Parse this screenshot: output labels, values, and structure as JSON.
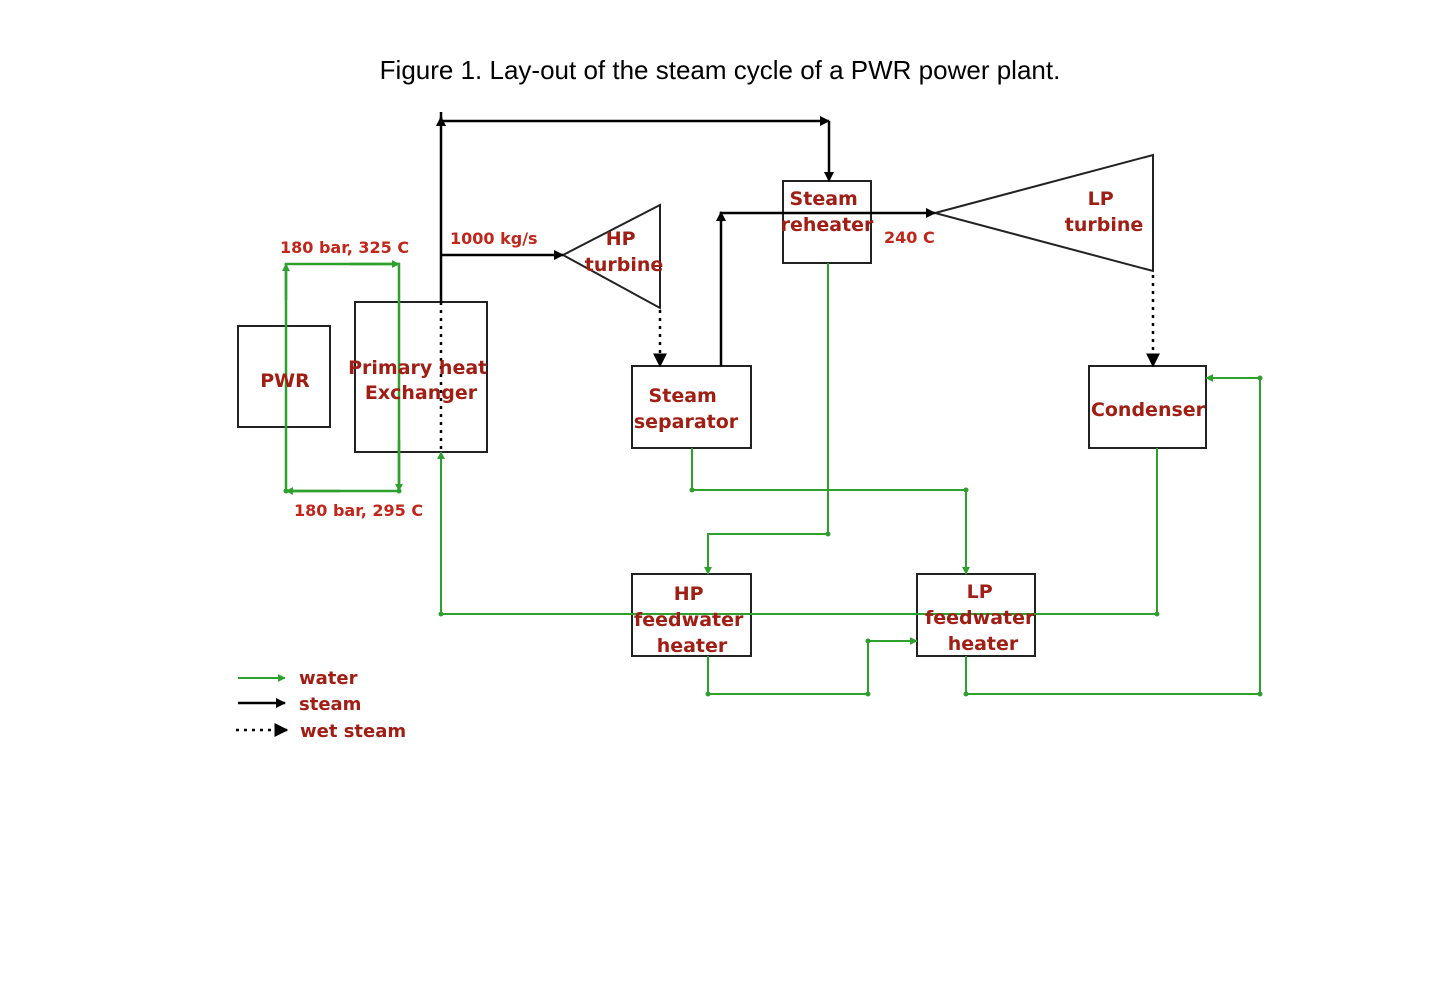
{
  "figure": {
    "caption": "Figure 1.  Lay-out of the steam cycle of a PWR power plant."
  },
  "components": {
    "pwr": [
      "PWR"
    ],
    "primary_heat_exchanger": [
      "Primary heat",
      "Exchanger"
    ],
    "hp_turbine": [
      "HP",
      "turbine"
    ],
    "steam_reheater": [
      "Steam",
      "reheater"
    ],
    "lp_turbine": [
      "LP",
      "turbine"
    ],
    "steam_separator": [
      "Steam",
      "separator"
    ],
    "condenser": [
      "Condenser"
    ],
    "hp_feedwater_heater": [
      "HP",
      "feedwater",
      "heater"
    ],
    "lp_feedwater_heater": [
      "LP",
      "feedwater",
      "heater"
    ]
  },
  "flow_labels": {
    "primary_hot": "180 bar, 325 C",
    "primary_cold": "180 bar, 295 C",
    "steam_flow": "1000 kg/s",
    "reheat_temp": "240 C"
  },
  "legend": {
    "water": "water",
    "steam": "steam",
    "wet_steam": "wet steam"
  },
  "colors": {
    "water": "#2ea02e",
    "steam": "#000000",
    "label": "#a01e14",
    "box_border": "#222222"
  }
}
